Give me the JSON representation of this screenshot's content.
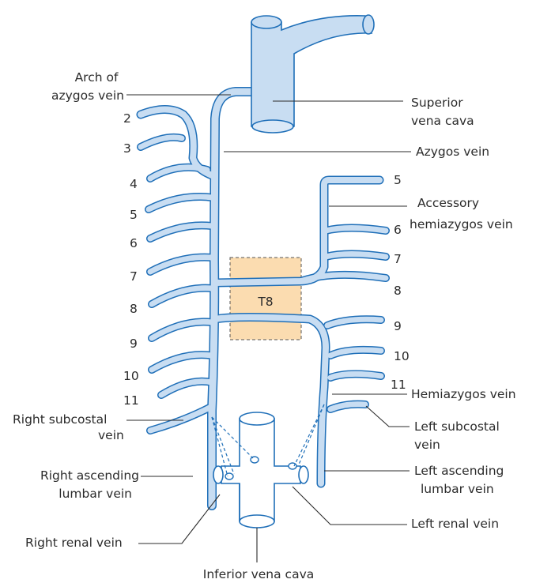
{
  "labels": {
    "arch_line1": "Arch of",
    "arch_line2": "azygos vein",
    "svc_line1": "Superior",
    "svc_line2": "vena cava",
    "azygos": "Azygos vein",
    "accessory_line1": "Accessory",
    "accessory_line2": "hemiazygos vein",
    "hemiazygos": "Hemiazygos vein",
    "right_subcostal_line1": "Right subcostal",
    "right_subcostal_line2": "vein",
    "left_subcostal_line1": "Left subcostal",
    "left_subcostal_line2": "vein",
    "right_ascending_line1": "Right ascending",
    "right_ascending_line2": "lumbar vein",
    "left_ascending_line1": "Left ascending",
    "left_ascending_line2": "lumbar vein",
    "right_renal": "Right renal vein",
    "left_renal": "Left renal vein",
    "ivc": "Inferior vena cava",
    "vertebra": "T8"
  },
  "right_rib_numbers": [
    "2",
    "3",
    "4",
    "5",
    "6",
    "7",
    "8",
    "9",
    "10",
    "11"
  ],
  "left_rib_numbers": [
    "5",
    "6",
    "7",
    "8",
    "9",
    "10",
    "11"
  ],
  "colors": {
    "vein_outline": "#1f6fb8",
    "vein_fill": "#c8ddf2",
    "vertebra_fill": "#fbdcb0",
    "vertebra_border": "#555555"
  }
}
